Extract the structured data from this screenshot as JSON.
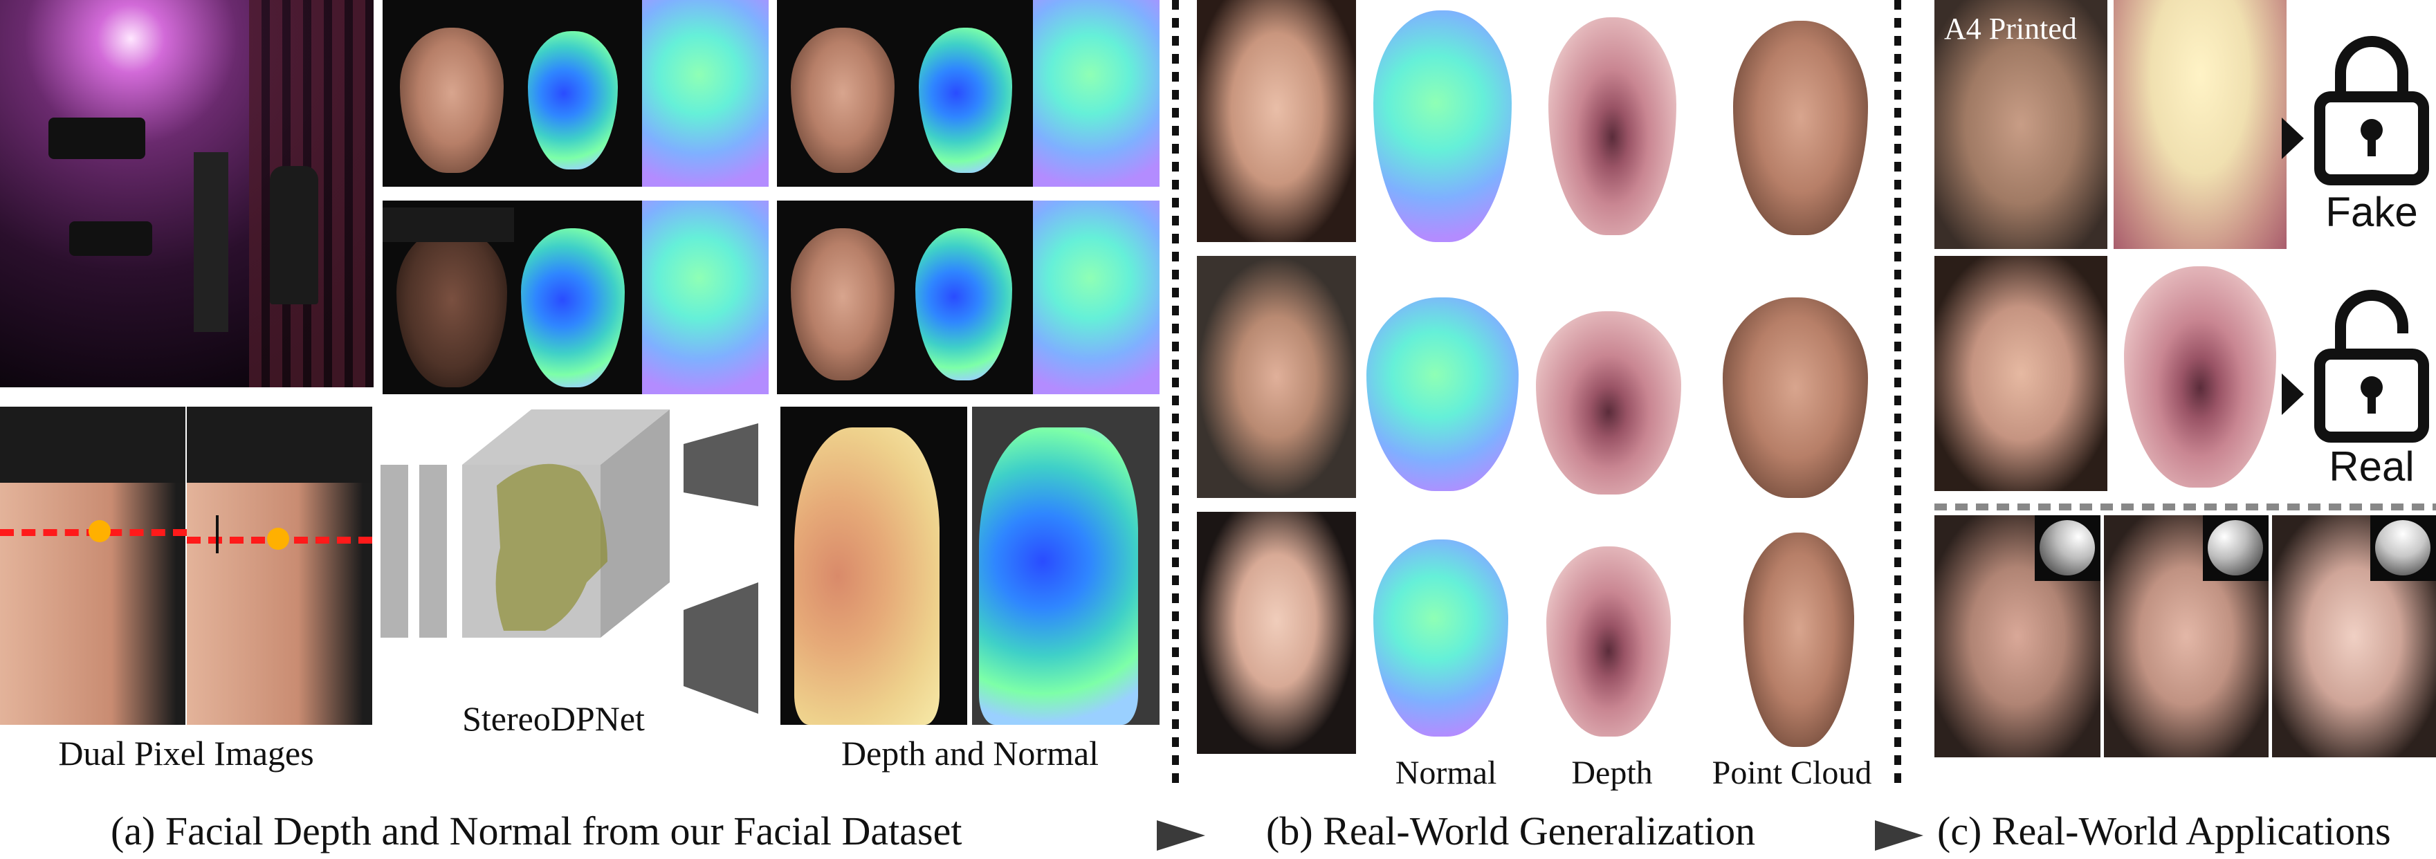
{
  "section_a": {
    "label_dual_pixel": "Dual Pixel Images",
    "label_network": "StereoDPNet",
    "label_output": "Depth and Normal",
    "caption": "(a) Facial Depth and Normal from our Facial Dataset"
  },
  "section_b": {
    "label_normal": "Normal",
    "label_depth": "Depth",
    "label_point_cloud": "Point Cloud",
    "caption": "(b) Real-World Generalization"
  },
  "section_c": {
    "printed_tag": "A4 Printed",
    "label_fake": "Fake",
    "label_real": "Real",
    "caption": "(c) Real-World Applications"
  },
  "colors": {
    "arrow": "#3a3a3a",
    "dash_red": "#ff1a1a",
    "dot": "#ffb000"
  }
}
